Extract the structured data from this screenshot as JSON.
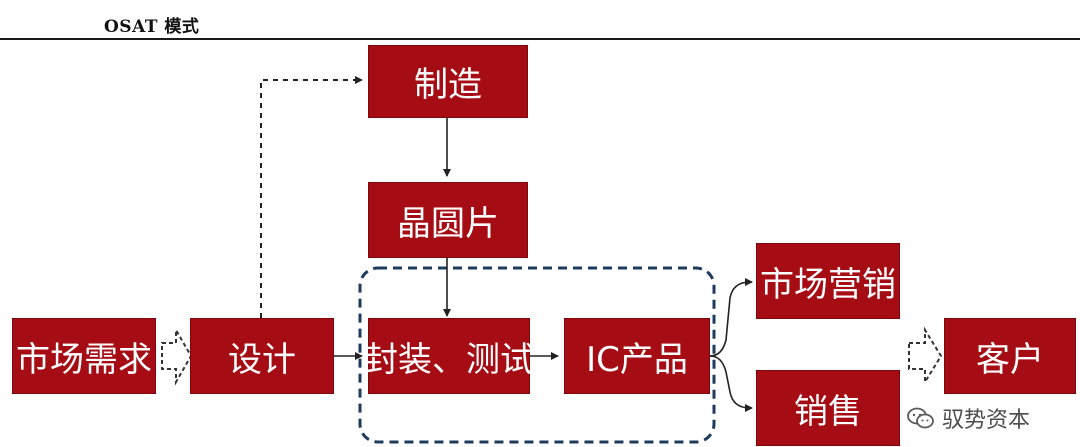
{
  "caption": "OSAT 模式",
  "nodes": {
    "market_demand": "市场需求",
    "design": "设计",
    "manufacturing": "制造",
    "wafer": "晶圆片",
    "packaging_testing": "封装、测试",
    "ic_product": "IC产品",
    "market_marketing": "市场营销",
    "sales": "销售",
    "customer": "客户"
  },
  "watermark": "驭势资本",
  "colors": {
    "box_fill": "#a50c13",
    "box_text": "#ffffff",
    "dashed_group": "#1f3b5c",
    "arrow": "#222222"
  },
  "icons": [
    "hollow-dotted-arrow-icon",
    "wechat-icon"
  ]
}
